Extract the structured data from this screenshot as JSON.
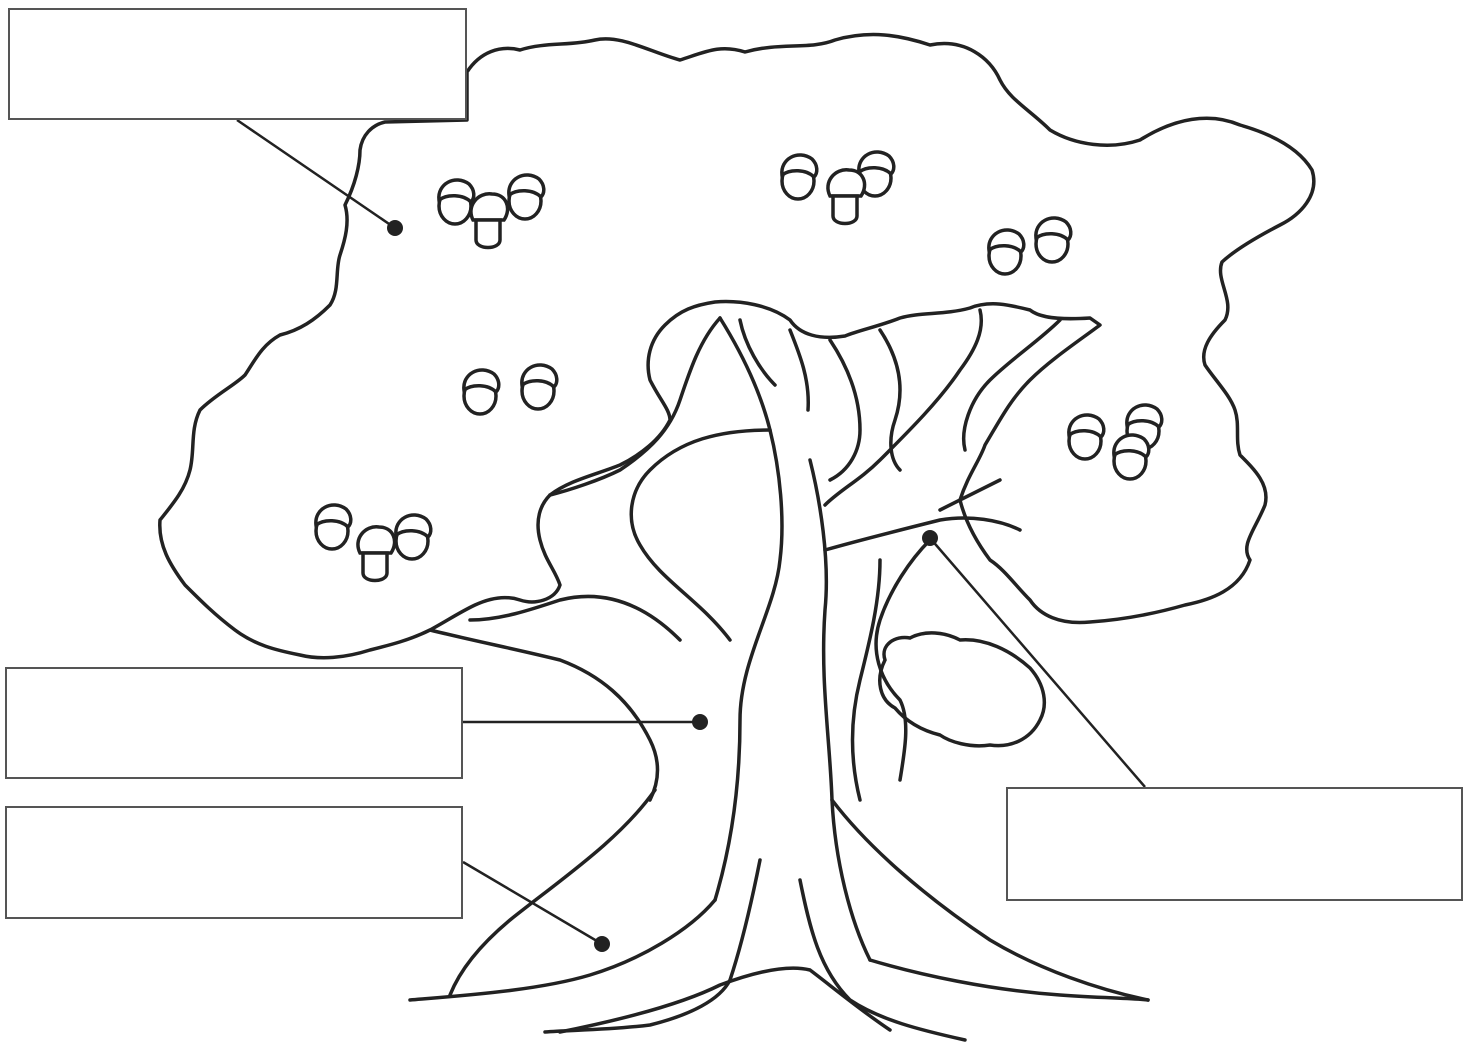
{
  "diagram": {
    "subject": "oak-tree",
    "labels": [
      {
        "id": "leaves",
        "text": ""
      },
      {
        "id": "trunk",
        "text": ""
      },
      {
        "id": "roots",
        "text": ""
      },
      {
        "id": "branch",
        "text": ""
      }
    ],
    "colors": {
      "line": "#222222",
      "box_border": "#555555",
      "background": "#ffffff"
    }
  }
}
